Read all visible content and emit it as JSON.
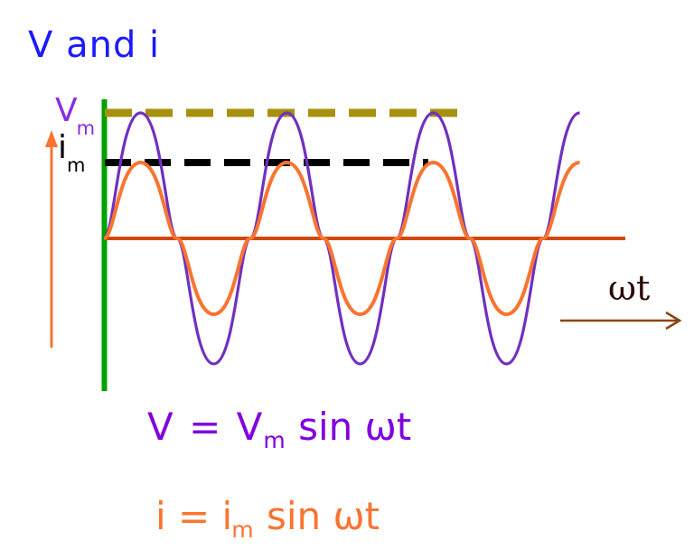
{
  "figure": {
    "title": "V and i",
    "title_color": "#1a1aff",
    "background": "#ffffff",
    "axis_label_x": "ωt",
    "peak_label_voltage": "V",
    "peak_label_voltage_sub": "m",
    "peak_label_current": "i",
    "peak_label_current_sub": "m",
    "equation_voltage": {
      "lhs": "V = V",
      "sub": "m",
      "rhs": " sin ωt"
    },
    "equation_current": {
      "lhs": "i = i",
      "sub": "m",
      "rhs": " sin ωt"
    },
    "colors": {
      "voltage_curve": "#7030c0",
      "current_curve": "#f97430",
      "voltage_peak_line": "#a8900f",
      "current_peak_line": "#000000",
      "time_axis": "#d2480a",
      "phase_marker": "#00a000",
      "amplitude_arrow": "#f97430",
      "omega_t_arrow": "#8b4513",
      "title": "#1a1aff",
      "voltage_equation": "#8000e0",
      "current_equation": "#f97430"
    }
  },
  "chart_data": {
    "type": "line",
    "title": "V and i",
    "xlabel": "ωt",
    "ylabel": "V and i",
    "grid": false,
    "legend": "none",
    "description": "Two in-phase sinusoids of different amplitude plotted against ωt; voltage V peaks at Vm and current i peaks at im, both crossing zero together.",
    "x_unit": "radians",
    "x_range": [
      0,
      18.85
    ],
    "x_tick_labels": [],
    "y_tick_labels": [
      "i_m",
      "V_m"
    ],
    "series": [
      {
        "name": "V = Vm sin ωt",
        "color": "#7030c0",
        "amplitude": 1.0,
        "amplitude_label": "V_m",
        "phase_deg": 0,
        "cycles": 3,
        "points_deg": [
          0,
          90,
          180,
          270,
          360,
          450,
          540,
          630,
          720,
          810,
          900,
          990,
          1080
        ],
        "values": [
          0,
          1.0,
          0,
          -1.0,
          0,
          1.0,
          0,
          -1.0,
          0,
          1.0,
          0,
          -1.0,
          0
        ]
      },
      {
        "name": "i = im sin ωt",
        "color": "#f97430",
        "amplitude": 0.6,
        "amplitude_label": "i_m",
        "phase_deg": 0,
        "cycles": 3,
        "points_deg": [
          0,
          90,
          180,
          270,
          360,
          450,
          540,
          630,
          720,
          810,
          900,
          990,
          1080
        ],
        "values": [
          0,
          0.6,
          0,
          -0.6,
          0,
          0.6,
          0,
          -0.6,
          0,
          0.6,
          0,
          -0.6,
          0
        ]
      }
    ],
    "reference_lines": [
      {
        "name": "V_m",
        "y": 1.0,
        "color": "#a8900f",
        "style": "dashed"
      },
      {
        "name": "i_m",
        "y": 0.6,
        "color": "#000000",
        "style": "dashed"
      },
      {
        "name": "zero-axis",
        "y": 0,
        "color": "#d2480a",
        "style": "solid"
      }
    ],
    "annotations": [
      {
        "name": "phase-reference-line",
        "type": "vertical-line",
        "x_deg": 0,
        "color": "#00a000"
      },
      {
        "name": "amplitude-arrow",
        "type": "arrow-up",
        "color": "#f97430"
      },
      {
        "name": "time-axis-arrow",
        "type": "arrow-right",
        "label": "ωt",
        "color": "#8b4513"
      }
    ]
  }
}
